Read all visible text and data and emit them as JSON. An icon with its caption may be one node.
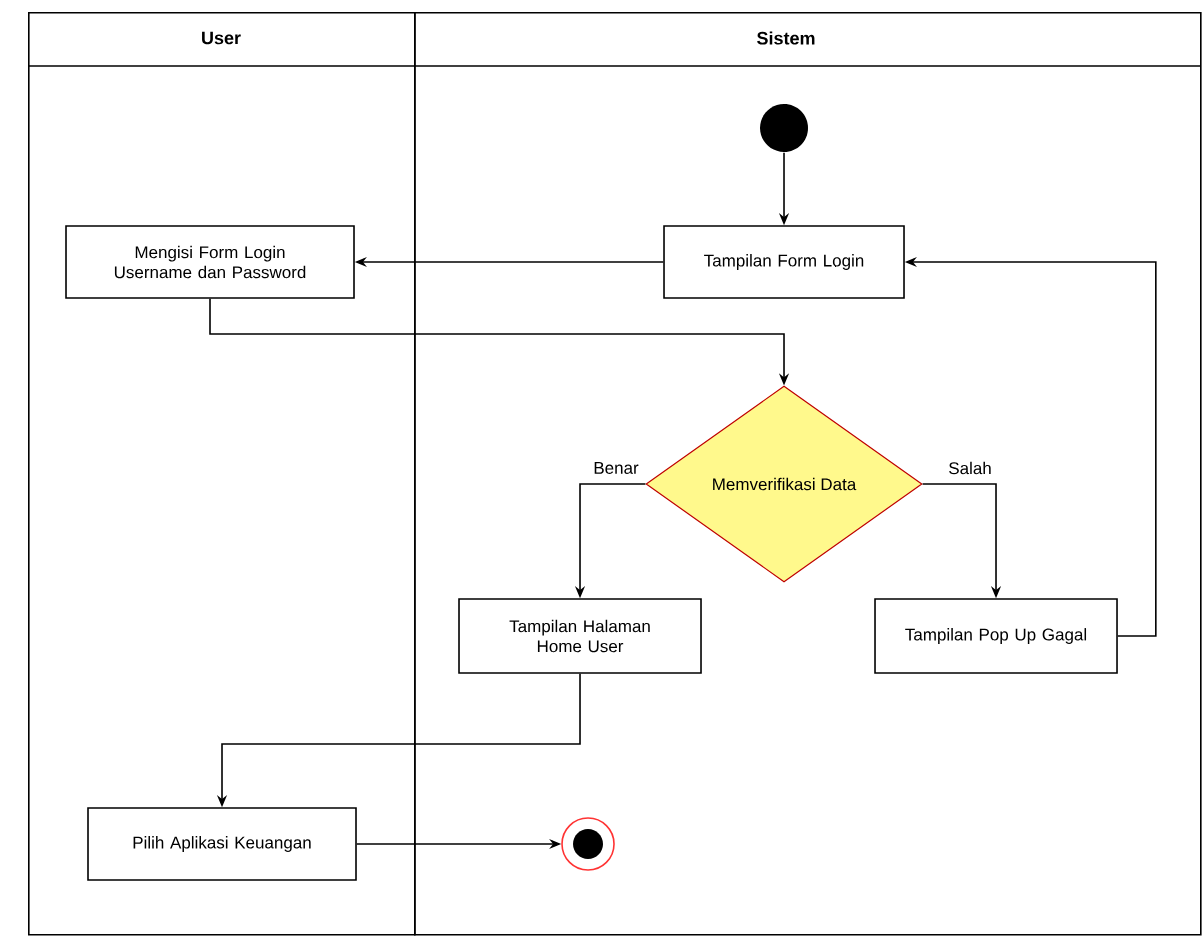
{
  "diagram": {
    "nodes": [
      {
        "text": [
          "User"
        ]
      },
      {
        "text": [
          "Sistem"
        ]
      },
      {
        "text": [],
        "shape": "circle",
        "in": 1
      },
      {
        "text": [
          "Tampilan Form Login"
        ],
        "in": 1
      },
      {
        "text": [
          "Mengisi Form Login Username dan Password"
        ],
        "in": 0
      },
      {
        "text": [
          "Memverifikasi Data"
        ],
        "in": 1
      },
      {
        "text": [
          "Tampilan Halaman Home User"
        ],
        "in": 1
      },
      {
        "text": [
          "Tampilan Pop Up Gagal"
        ],
        "in": 1
      },
      {
        "text": [
          "Pilih Aplikasi Keuangan"
        ],
        "in": 0
      },
      {
        "text": [],
        "shape": "circle",
        "in": 1
      }
    ],
    "edges": [
      {
        "from": 2,
        "to": 3,
        "arrow": "to"
      },
      {
        "from": 3,
        "to": 4,
        "arrow": "to"
      },
      {
        "from": 4,
        "to": 5,
        "arrow": "to"
      },
      {
        "from": 5,
        "to": 6,
        "arrow": "to",
        "label": "Benar"
      },
      {
        "from": 5,
        "to": 7,
        "arrow": "to",
        "label": "Salah"
      },
      {
        "from": 7,
        "to": 3,
        "arrow": "to"
      },
      {
        "from": 6,
        "to": 8,
        "arrow": "to"
      },
      {
        "from": 8,
        "to": 9,
        "arrow": "to"
      }
    ]
  }
}
